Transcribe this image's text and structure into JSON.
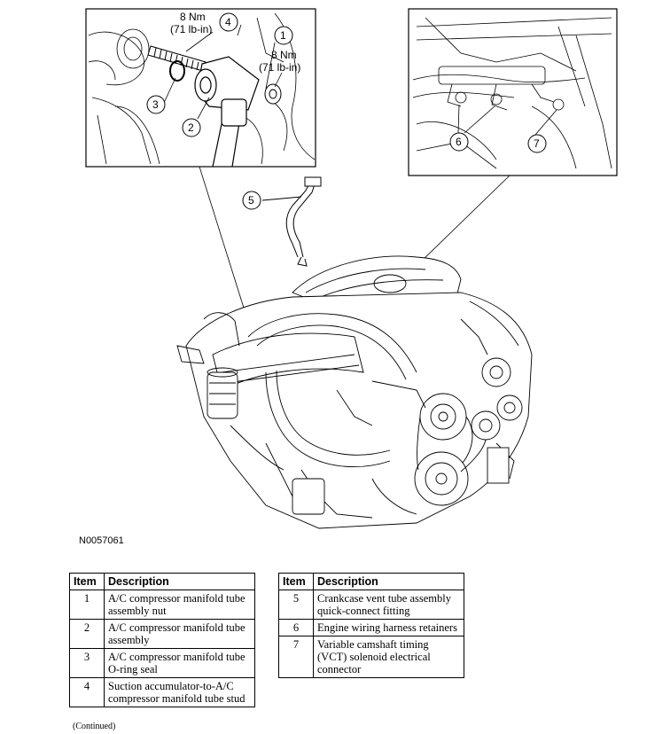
{
  "figure": {
    "id": "N0057061",
    "continued_note": "(Continued)"
  },
  "callouts": {
    "torque_upper_value": "8 Nm",
    "torque_upper_unit": "(71 lb-in)",
    "torque_right_value": "8 Nm",
    "torque_right_unit": "(71 lb-in)",
    "labels": [
      "1",
      "2",
      "3",
      "4",
      "5",
      "6",
      "7"
    ]
  },
  "table_left": {
    "headers": [
      "Item",
      "Description"
    ],
    "rows": [
      {
        "item": "1",
        "description": "A/C compressor manifold tube assembly nut"
      },
      {
        "item": "2",
        "description": "A/C compressor manifold tube assembly"
      },
      {
        "item": "3",
        "description": "A/C compressor manifold tube O-ring seal"
      },
      {
        "item": "4",
        "description": "Suction accumulator-to-A/C compressor manifold tube stud"
      }
    ]
  },
  "table_right": {
    "headers": [
      "Item",
      "Description"
    ],
    "rows": [
      {
        "item": "5",
        "description": "Crankcase vent tube assembly quick-connect fitting"
      },
      {
        "item": "6",
        "description": "Engine wiring harness retainers"
      },
      {
        "item": "7",
        "description": "Variable camshaft timing (VCT) solenoid electrical connector"
      }
    ]
  }
}
